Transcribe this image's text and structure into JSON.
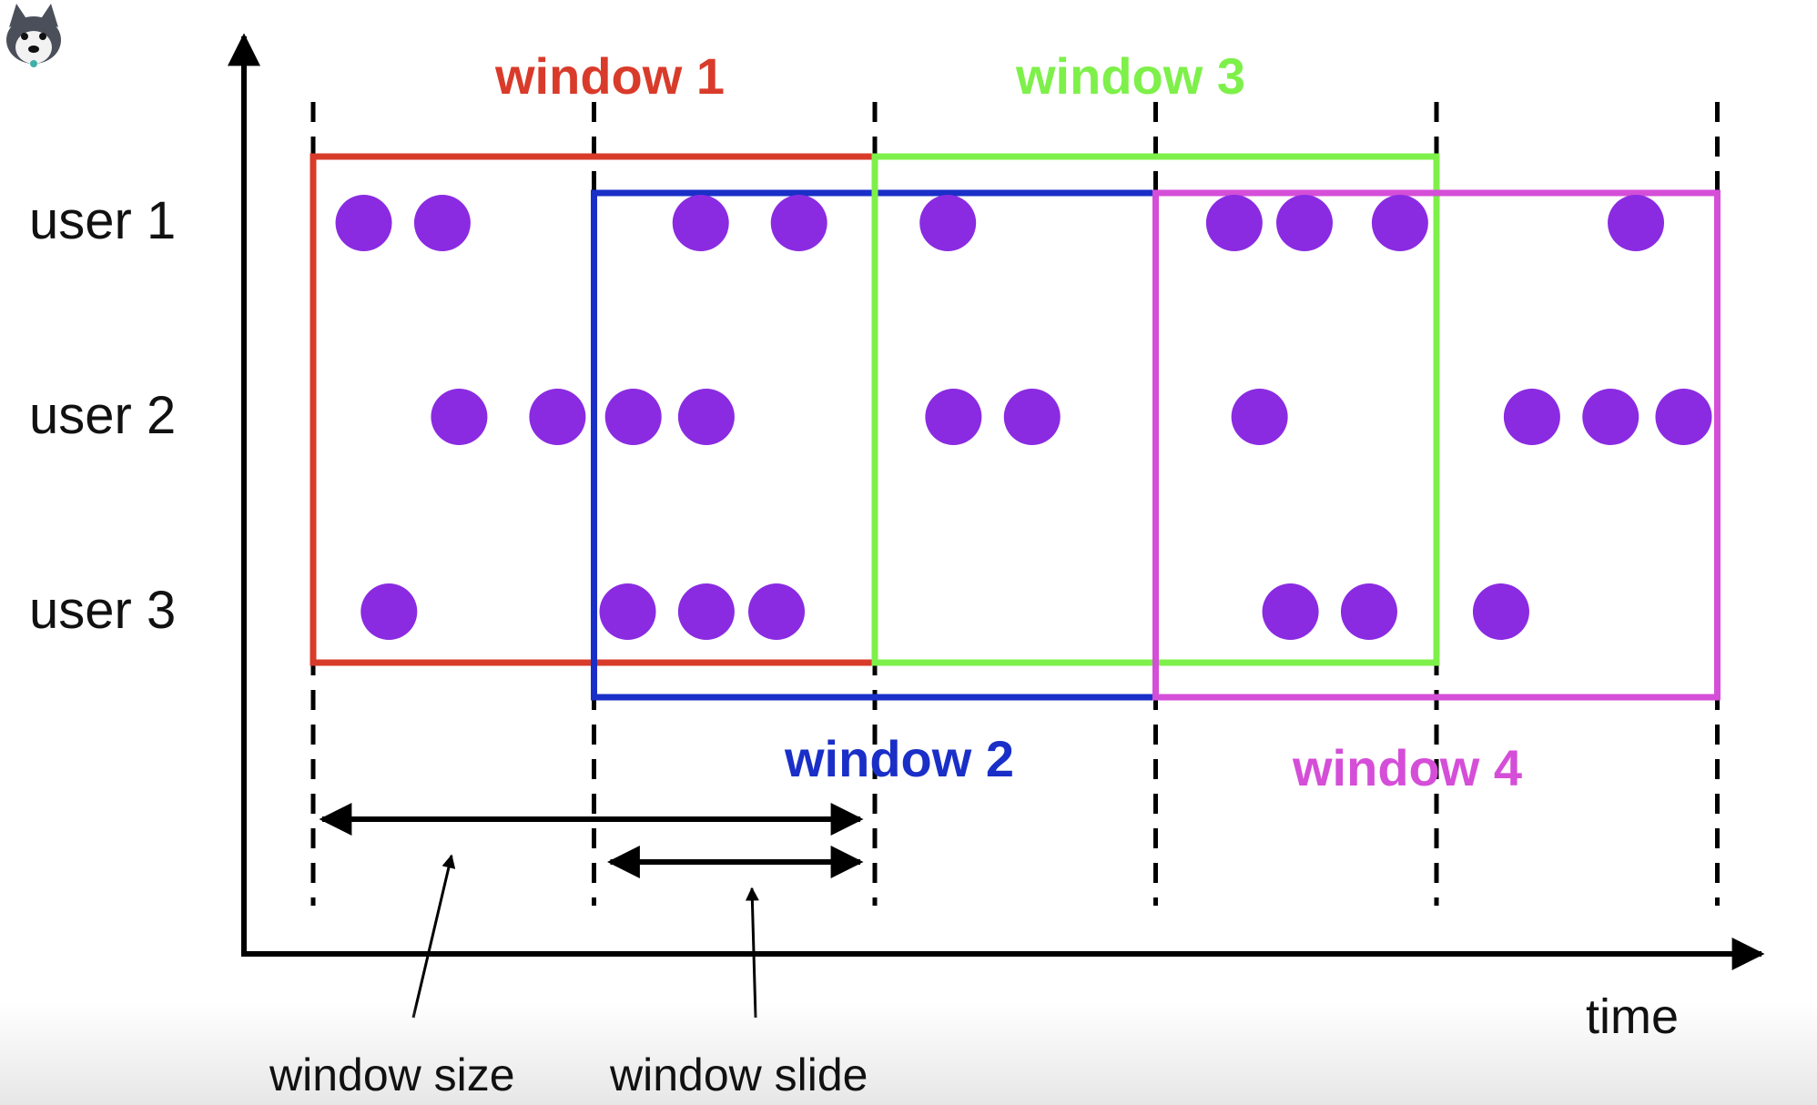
{
  "users": [
    "user 1",
    "user 2",
    "user 3"
  ],
  "time_label": "time",
  "windows": [
    {
      "label": "window 1",
      "color": "#d93b2b",
      "start": 0,
      "end": 2
    },
    {
      "label": "window 2",
      "color": "#1a2fc7",
      "start": 1,
      "end": 3
    },
    {
      "label": "window 3",
      "color": "#7ef04a",
      "start": 2,
      "end": 4
    },
    {
      "label": "window 4",
      "color": "#d54ed8",
      "start": 3,
      "end": 5
    }
  ],
  "size_label": "window size",
  "slide_label": "window slide",
  "event_color": "#8a2be2",
  "time_divisions": 5,
  "events": [
    {
      "user": 0,
      "t": 0.18
    },
    {
      "user": 0,
      "t": 0.46
    },
    {
      "user": 0,
      "t": 1.38
    },
    {
      "user": 0,
      "t": 1.73
    },
    {
      "user": 0,
      "t": 2.26
    },
    {
      "user": 0,
      "t": 3.28
    },
    {
      "user": 0,
      "t": 3.53
    },
    {
      "user": 0,
      "t": 3.87
    },
    {
      "user": 0,
      "t": 4.71
    },
    {
      "user": 1,
      "t": 0.52
    },
    {
      "user": 1,
      "t": 0.87
    },
    {
      "user": 1,
      "t": 1.14
    },
    {
      "user": 1,
      "t": 1.4
    },
    {
      "user": 1,
      "t": 2.28
    },
    {
      "user": 1,
      "t": 2.56
    },
    {
      "user": 1,
      "t": 3.37
    },
    {
      "user": 1,
      "t": 4.34
    },
    {
      "user": 1,
      "t": 4.62
    },
    {
      "user": 1,
      "t": 4.88
    },
    {
      "user": 2,
      "t": 0.27
    },
    {
      "user": 2,
      "t": 1.12
    },
    {
      "user": 2,
      "t": 1.4
    },
    {
      "user": 2,
      "t": 1.65
    },
    {
      "user": 2,
      "t": 3.48
    },
    {
      "user": 2,
      "t": 3.76
    },
    {
      "user": 2,
      "t": 4.23
    }
  ],
  "logo_icon": "husky-logo-icon"
}
